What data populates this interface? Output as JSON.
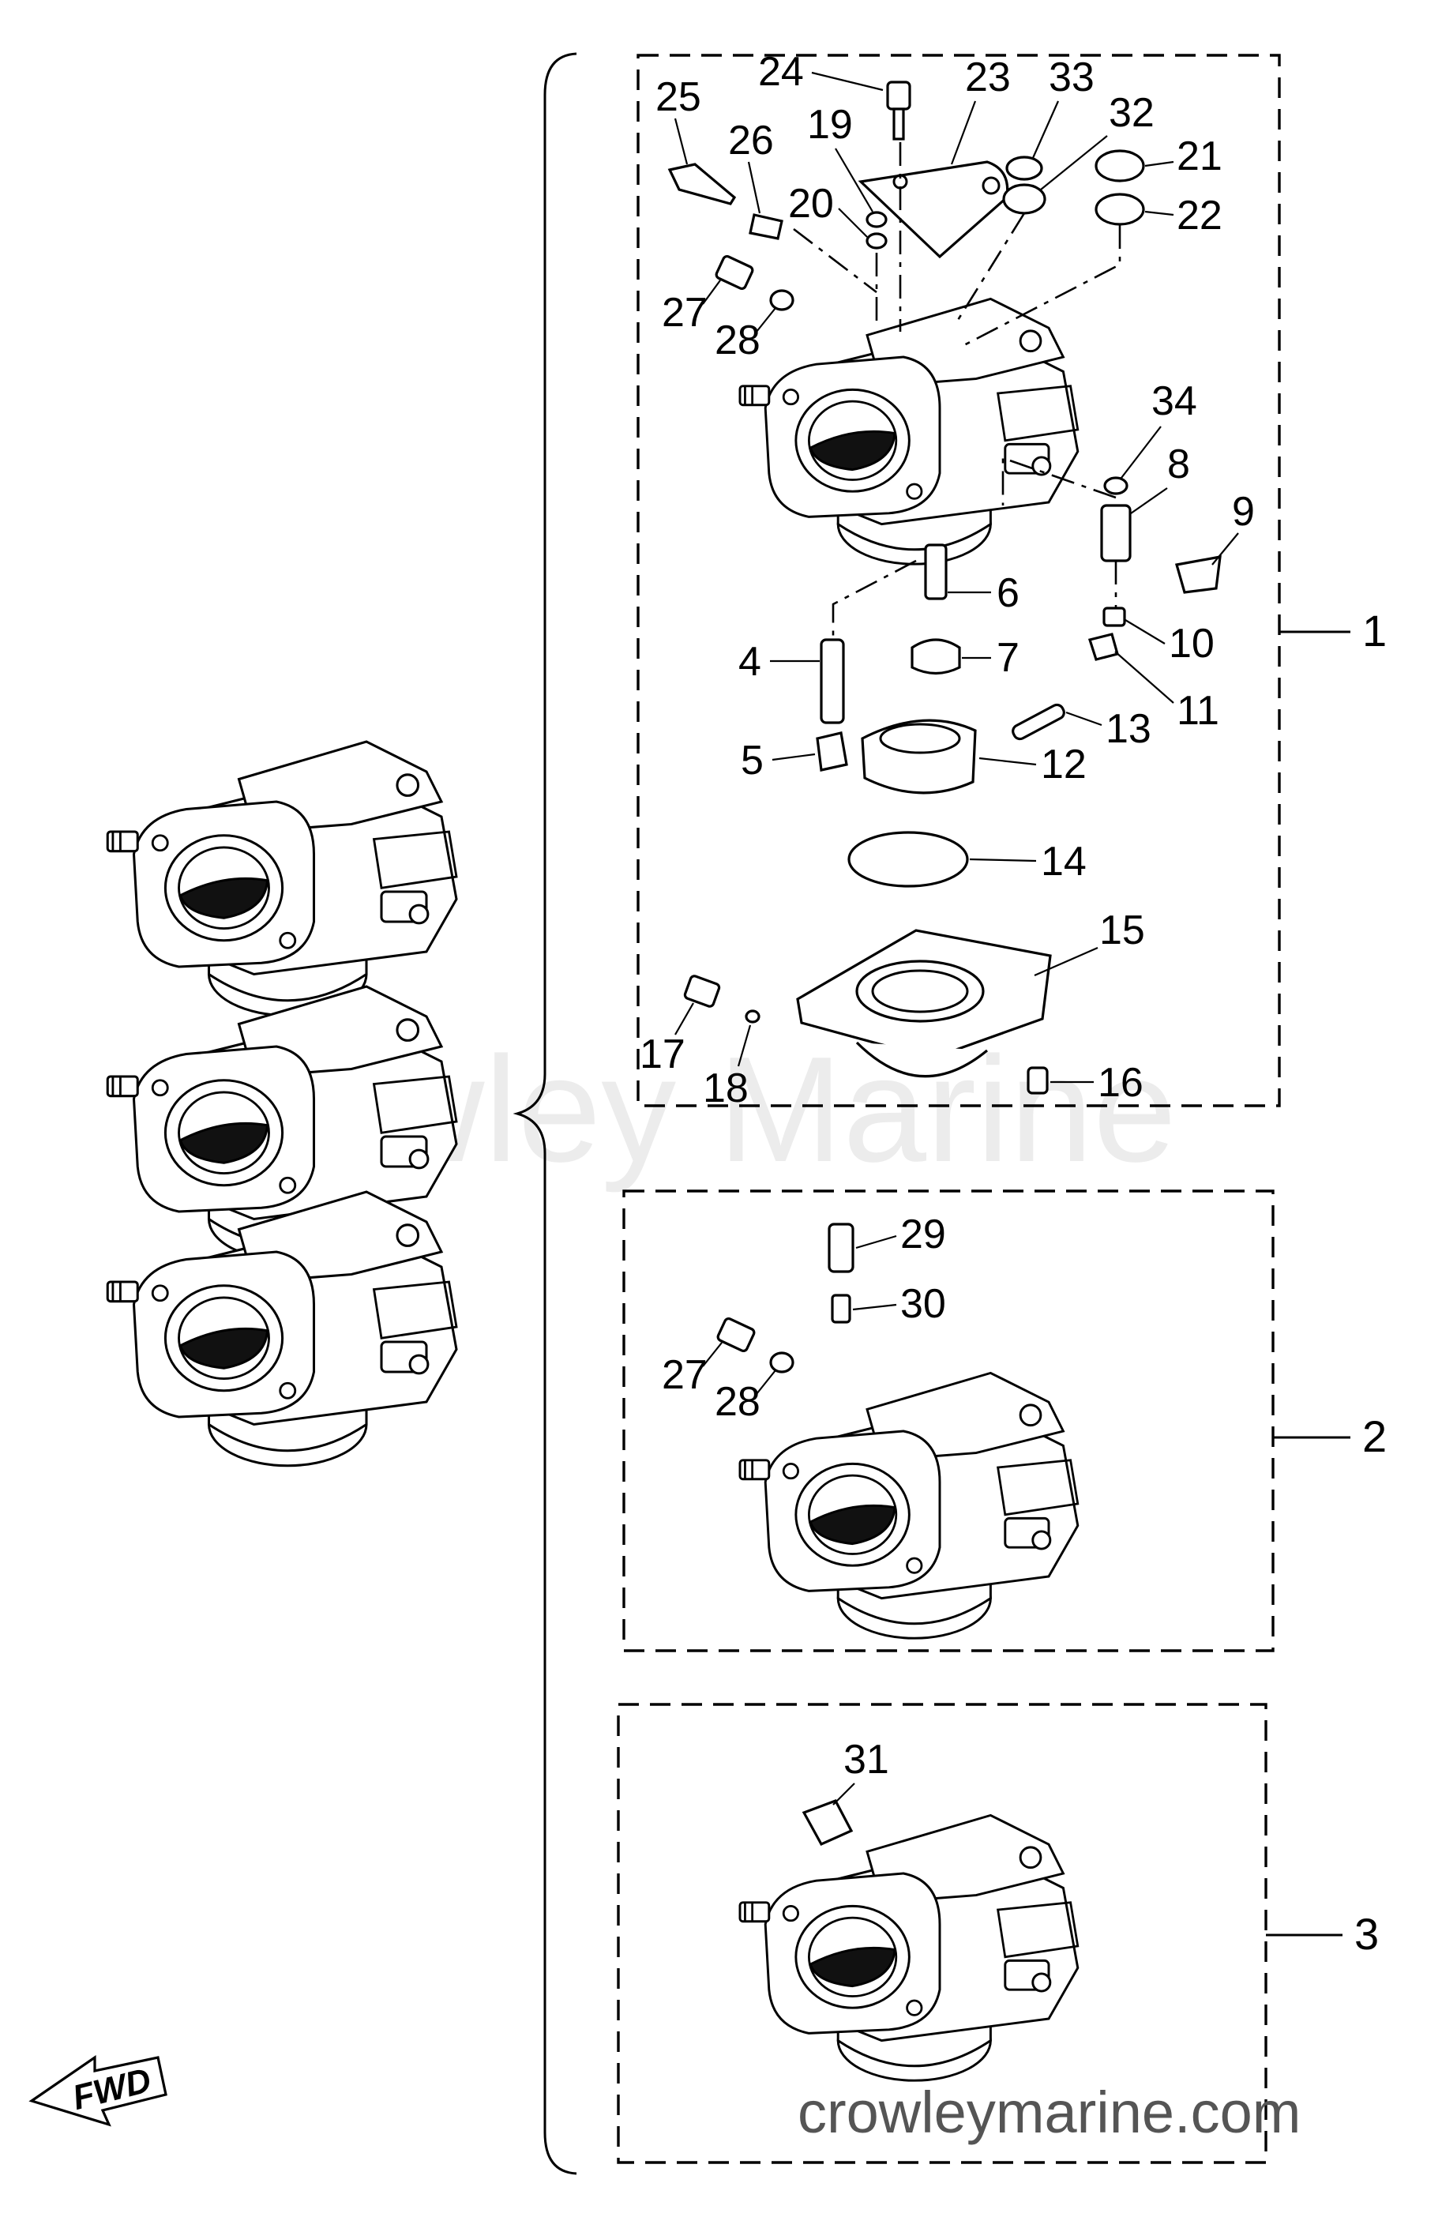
{
  "callouts": {
    "c1": "1",
    "c2": "2",
    "c3": "3",
    "c4": "4",
    "c5": "5",
    "c6": "6",
    "c7": "7",
    "c8": "8",
    "c9": "9",
    "c10": "10",
    "c11": "11",
    "c12": "12",
    "c13": "13",
    "c14": "14",
    "c15": "15",
    "c16": "16",
    "c17": "17",
    "c18": "18",
    "c19": "19",
    "c20": "20",
    "c21": "21",
    "c22": "22",
    "c23": "23",
    "c24": "24",
    "c25": "25",
    "c26": "26",
    "c27": "27",
    "c28": "28",
    "c29": "29",
    "c30": "30",
    "c31": "31",
    "c32": "32",
    "c33": "33",
    "c34": "34"
  },
  "groups": {
    "g1": "1",
    "g2": "2",
    "g3": "3"
  },
  "second_group_callouts": {
    "c27": "27",
    "c28": "28"
  },
  "direction_label": "FWD",
  "watermark_text": "Crowley Marine",
  "watermark_url": "crowleymarine.com"
}
